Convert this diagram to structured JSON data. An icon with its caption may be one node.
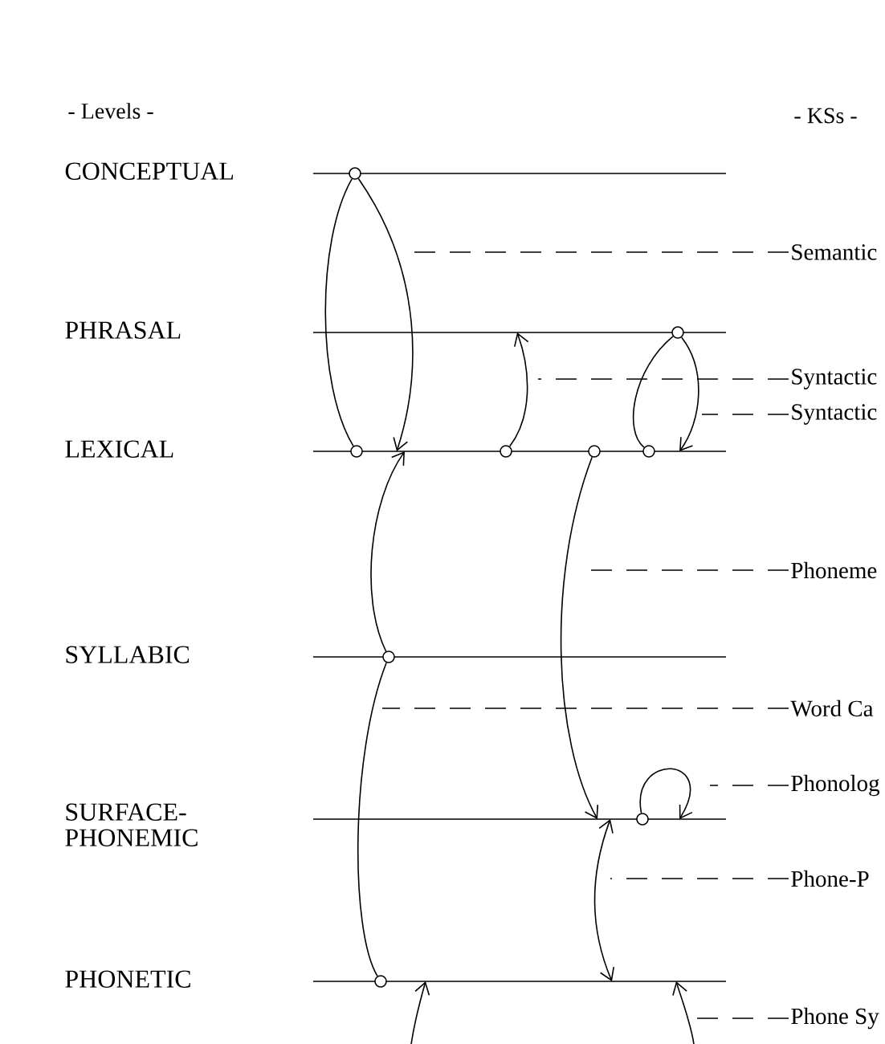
{
  "diagram": {
    "nodes": [
      {
        "text": [
          "CONCEPTUAL"
        ]
      },
      {
        "text": [
          "PHRASAL"
        ]
      },
      {
        "text": [
          "LEXICAL"
        ]
      },
      {
        "text": [
          "SYLLABIC"
        ]
      },
      {
        "text": [
          "SURFACE- PHONEMIC"
        ]
      },
      {
        "text": [
          "PHONETIC"
        ]
      },
      {
        "text": [
          "Semantic"
        ]
      },
      {
        "text": [
          "Syntactic"
        ]
      },
      {
        "text": [
          "Syntactic"
        ]
      },
      {
        "text": [
          "Phoneme"
        ]
      },
      {
        "text": [
          "Word Ca"
        ]
      },
      {
        "text": [
          "Phonolog"
        ]
      },
      {
        "text": [
          "Phone-P"
        ]
      },
      {
        "text": [
          "Phone Sy"
        ]
      },
      {
        "text": [],
        "shape": "circle",
        "in": 0
      },
      {
        "text": [],
        "shape": "circle",
        "in": 1
      },
      {
        "text": [],
        "shape": "circle",
        "in": 2
      },
      {
        "text": [],
        "shape": "circle",
        "in": 2
      },
      {
        "text": [],
        "shape": "circle",
        "in": 2
      },
      {
        "text": [],
        "shape": "circle",
        "in": 2
      },
      {
        "text": [],
        "shape": "circle",
        "in": 3
      },
      {
        "text": [],
        "shape": "circle",
        "in": 4
      },
      {
        "text": [],
        "shape": "circle",
        "in": 5
      }
    ],
    "edges": [
      {
        "from": 14,
        "to": 16,
        "arrow": "none"
      },
      {
        "from": 14,
        "to": 2,
        "arrow": "to"
      },
      {
        "from": 17,
        "to": 1,
        "arrow": "to"
      },
      {
        "from": 15,
        "to": 19,
        "arrow": "none"
      },
      {
        "from": 15,
        "to": 2,
        "arrow": "to"
      },
      {
        "from": 18,
        "to": 4,
        "arrow": "to"
      },
      {
        "from": 20,
        "to": 2,
        "arrow": "to"
      },
      {
        "from": 20,
        "to": 22,
        "arrow": "none"
      },
      {
        "from": 21,
        "to": 4,
        "arrow": "to"
      },
      {
        "from": 4,
        "to": 5,
        "arrow": "both"
      },
      {
        "from": null,
        "to": 5,
        "arrow": "to"
      },
      {
        "from": null,
        "to": 5,
        "arrow": "to"
      },
      {
        "from": 6,
        "to": null,
        "arrow": "none",
        "style": "dashed"
      },
      {
        "from": 7,
        "to": null,
        "arrow": "none",
        "style": "dashed"
      },
      {
        "from": 8,
        "to": null,
        "arrow": "none",
        "style": "dashed"
      },
      {
        "from": 9,
        "to": null,
        "arrow": "none",
        "style": "dashed"
      },
      {
        "from": 10,
        "to": null,
        "arrow": "none",
        "style": "dashed"
      },
      {
        "from": 11,
        "to": 4,
        "arrow": "none",
        "style": "dashed"
      },
      {
        "from": 12,
        "to": null,
        "arrow": "none",
        "style": "dashed"
      },
      {
        "from": 13,
        "to": null,
        "arrow": "none",
        "style": "dashed"
      }
    ],
    "labels": [
      "- Levels -",
      "- KSs -"
    ]
  }
}
